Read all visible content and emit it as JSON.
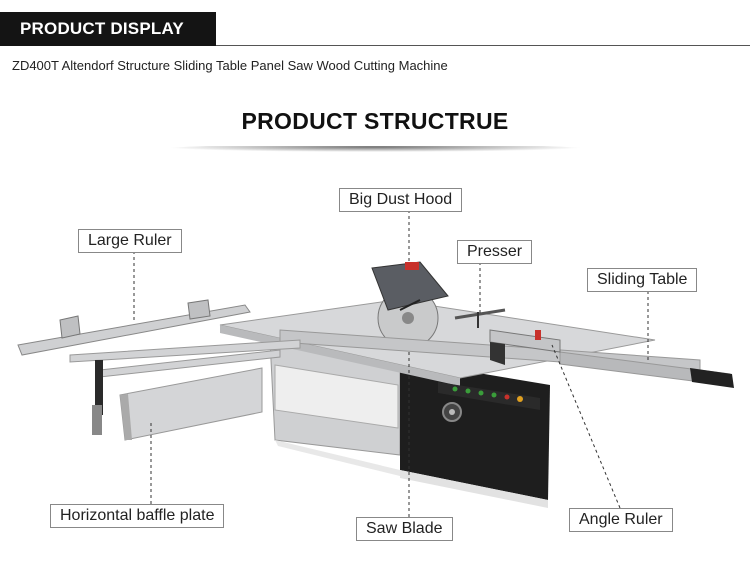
{
  "header": {
    "label": "PRODUCT DISPLAY"
  },
  "subtitle": "ZD400T Altendorf Structure Sliding Table Panel Saw Wood Cutting Machine",
  "section_title": "PRODUCT STRUCTRUE",
  "callouts": {
    "big_dust_hood": "Big Dust Hood",
    "large_ruler": "Large Ruler",
    "presser": "Presser",
    "sliding_table": "Sliding Table",
    "horizontal_baffle_plate": "Horizontal baffle plate",
    "saw_blade": "Saw Blade",
    "angle_ruler": "Angle Ruler"
  },
  "colors": {
    "header_bg": "#141414",
    "machine_body": "#d9dadc",
    "machine_dark": "#1c1c1c",
    "accent_red": "#c8312b"
  }
}
